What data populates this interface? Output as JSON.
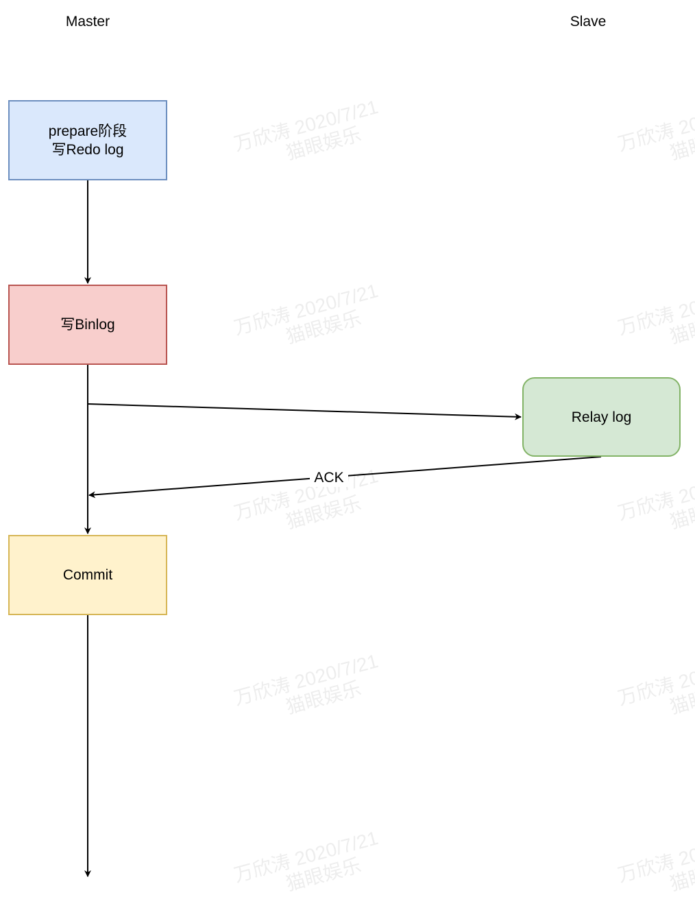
{
  "lanes": {
    "master": "Master",
    "slave": "Slave"
  },
  "nodes": {
    "prepare": {
      "line1": "prepare阶段",
      "line2": "写Redo log"
    },
    "binlog": {
      "label": "写Binlog"
    },
    "relay": {
      "label": "Relay log"
    },
    "commit": {
      "label": "Commit"
    }
  },
  "edges": {
    "ack_label": "ACK"
  },
  "watermark": {
    "line1": "万欣涛 2020/7/21",
    "line2": "猫眼娱乐"
  },
  "colors": {
    "prepare_fill": "#dae8fc",
    "prepare_stroke": "#6c8ebf",
    "binlog_fill": "#f8cecc",
    "binlog_stroke": "#b85450",
    "relay_fill": "#d5e8d4",
    "relay_stroke": "#82b366",
    "commit_fill": "#fff2cc",
    "commit_stroke": "#d6b656"
  }
}
